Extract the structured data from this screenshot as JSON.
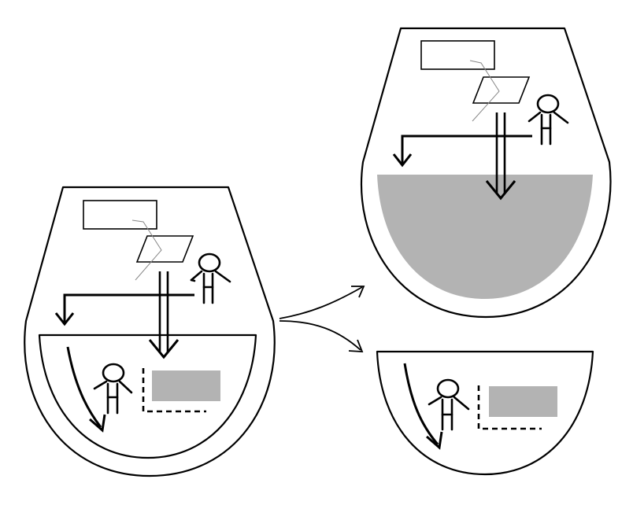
{
  "diagram": {
    "colors": {
      "outline": "#000000",
      "fill_gray": "#b3b3b3",
      "background": "#ffffff"
    },
    "panels": [
      {
        "id": "source",
        "shape": "rounded-vessel",
        "contains": [
          "screen-rectangle",
          "projector-parallelogram",
          "person",
          "double-arrow",
          "bent-arrow",
          "inner-bowl"
        ]
      },
      {
        "id": "filled",
        "shape": "rounded-vessel",
        "contains": [
          "screen-rectangle",
          "projector-parallelogram",
          "person",
          "double-arrow",
          "bent-arrow",
          "gray-fill"
        ]
      },
      {
        "id": "bowl",
        "shape": "half-bowl",
        "contains": [
          "curved-arrow",
          "person",
          "gray-rectangle",
          "dashed-bracket"
        ]
      }
    ],
    "connectors": [
      {
        "from": "source",
        "to": "filled"
      },
      {
        "from": "source",
        "to": "bowl"
      }
    ]
  }
}
